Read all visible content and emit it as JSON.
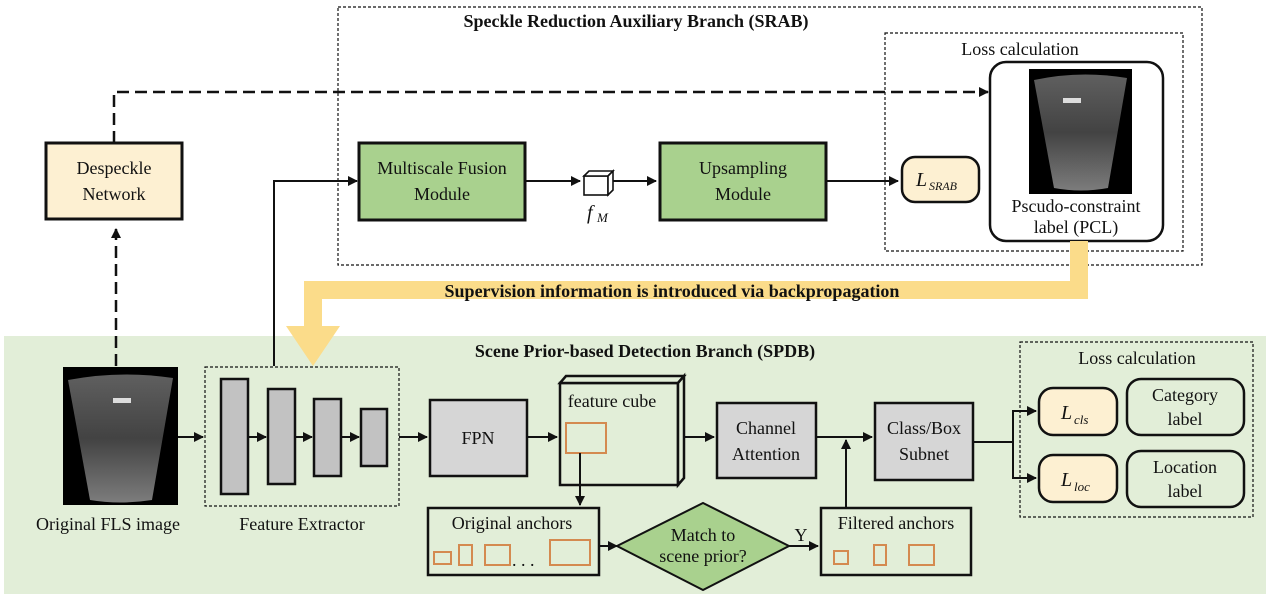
{
  "colors": {
    "spdb_bg": "#e2eed8",
    "green_box": "#a9d18e",
    "cream_box": "#fdf0d2",
    "gray_box": "#c2c2c2",
    "gray_light": "#d6d6d6",
    "arrow_yellow": "#fbdc8a",
    "anchor_orange": "#d48a50"
  },
  "srab": {
    "title": "Speckle Reduction Auxiliary Branch (SRAB)",
    "multiscale": [
      "Multiscale Fusion",
      "Module"
    ],
    "feature_symbol": "f",
    "feature_sub": "M",
    "upsampling": [
      "Upsampling",
      "Module"
    ],
    "loss_title": "Loss calculation",
    "loss_symbol": "L",
    "loss_sub": "SRAB",
    "pcl": [
      "Pscudo-constraint",
      "label (PCL)"
    ]
  },
  "despeckle": [
    "Despeckle",
    "Network"
  ],
  "supervision": "Supervision information is introduced via backpropagation",
  "spdb": {
    "title": "Scene Prior-based Detection Branch (SPDB)",
    "original_image": "Original FLS image",
    "feature_extractor": "Feature Extractor",
    "fpn": "FPN",
    "feature_cube": "feature cube",
    "channel_attention": [
      "Channel",
      "Attention"
    ],
    "class_box": [
      "Class/Box",
      "Subnet"
    ],
    "original_anchors": "Original anchors",
    "ellipsis": ". . .",
    "decision": [
      "Match to",
      "scene prior?"
    ],
    "yes": "Y",
    "filtered_anchors": "Filtered anchors",
    "loss_title": "Loss calculation",
    "loss_cls_sub": "cls",
    "loss_loc_sub": "loc",
    "loss_symbol": "L",
    "category_label": [
      "Category",
      "label"
    ],
    "location_label": [
      "Location",
      "label"
    ]
  }
}
